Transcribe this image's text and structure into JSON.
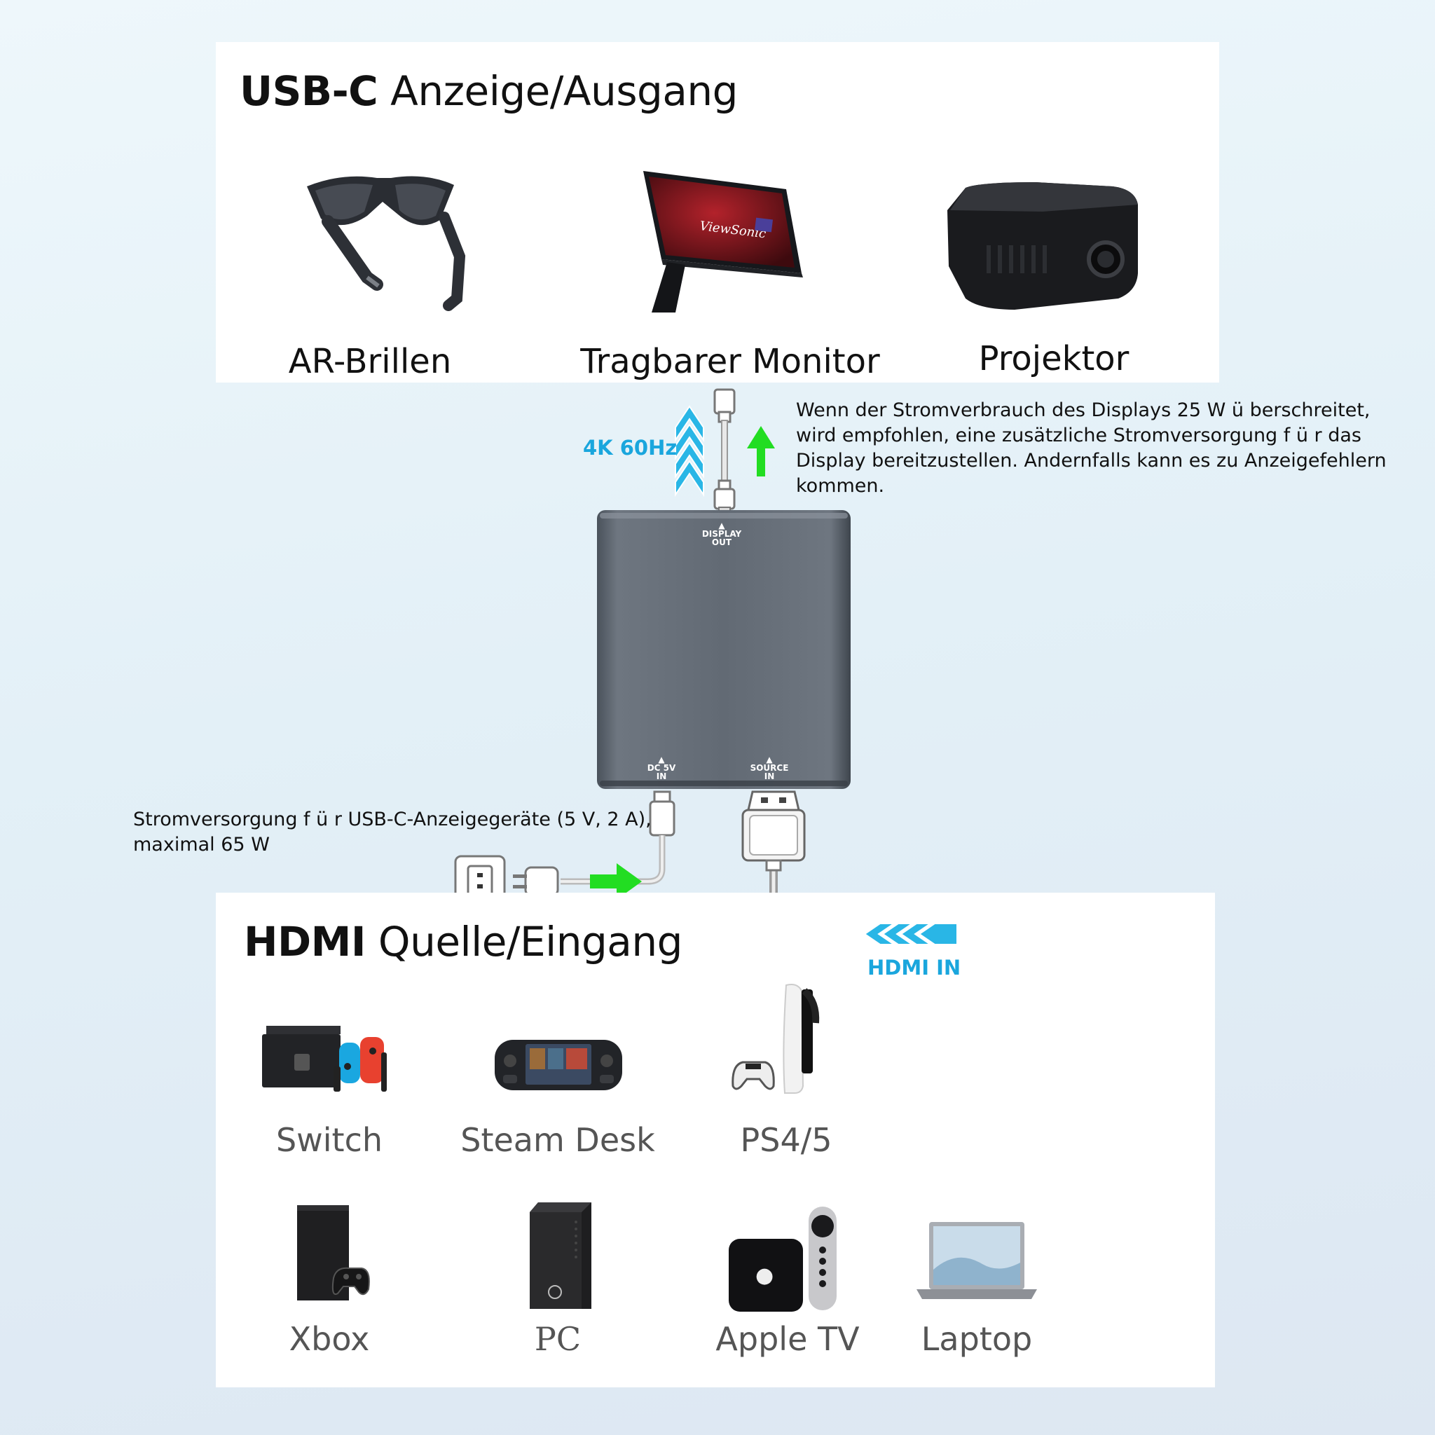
{
  "output_section": {
    "title_bold": "USB-C",
    "title_rest": "Anzeige/Ausgang",
    "devices": [
      {
        "label": "AR-Brillen",
        "icon": "ar-glasses-icon"
      },
      {
        "label": "Tragbarer Monitor",
        "icon": "portable-monitor-icon",
        "brand": "ViewSonic"
      },
      {
        "label": "Projektor",
        "icon": "projector-icon"
      }
    ]
  },
  "output_link": {
    "tag": "4K 60Hz",
    "note": "Wenn der Stromverbrauch des Displays 25 W  ü berschreitet, wird empfohlen, eine zusätzliche Stromversorgung f ü r das Display bereitzustellen. Andernfalls kann es zu Anzeigefehlern kommen."
  },
  "hub": {
    "display_out": [
      "DISPLAY",
      "OUT"
    ],
    "dc_in": [
      "DC 5V",
      "IN"
    ],
    "source_in": [
      "SOURCE",
      "IN"
    ]
  },
  "power": {
    "note": "Stromversorgung f ü r USB-C-Anzeigegeräte (5 V, 2 A), maximal 65 W"
  },
  "input_link": {
    "tag": "HDMI IN"
  },
  "input_section": {
    "title_bold": "HDMI",
    "title_rest": "Quelle/Eingang",
    "devices": [
      {
        "label": "Switch",
        "icon": "nintendo-switch-icon"
      },
      {
        "label": "Steam Desk",
        "icon": "steam-deck-icon"
      },
      {
        "label": "PS4/5",
        "icon": "playstation-icon"
      },
      {
        "label": "Xbox",
        "icon": "xbox-icon"
      },
      {
        "label": "PC",
        "icon": "pc-tower-icon"
      },
      {
        "label": "Apple TV",
        "icon": "apple-tv-icon"
      },
      {
        "label": "Laptop",
        "icon": "laptop-icon"
      }
    ]
  },
  "colors": {
    "accent_blue": "#1aa6dd",
    "arrow_green": "#22dd22",
    "hub_gray": "#5e6670"
  }
}
